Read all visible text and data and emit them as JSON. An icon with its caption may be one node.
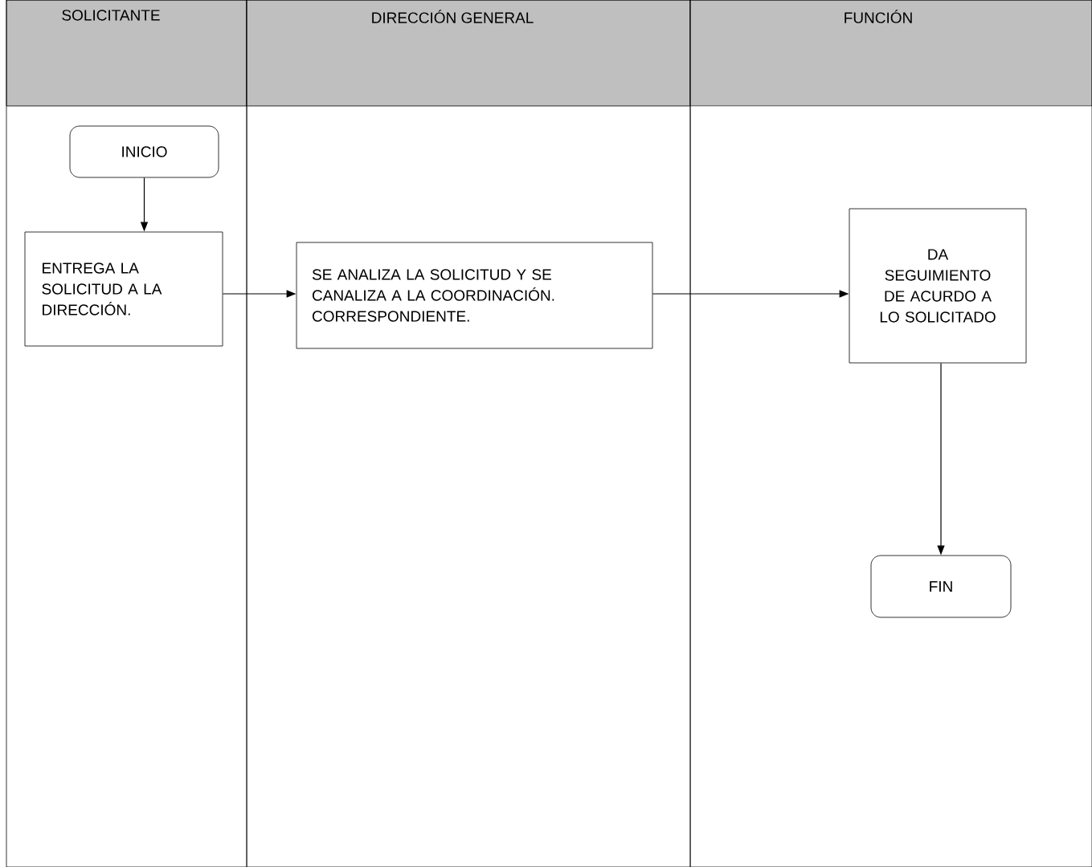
{
  "diagram": {
    "nodes": [
      {
        "text": [
          "SOLICITANTE"
        ]
      },
      {
        "text": [
          "DIRECCIÓN GENERAL"
        ]
      },
      {
        "text": [
          "FUNCIÓN"
        ]
      },
      {
        "text": [
          "INICIO"
        ],
        "in": 0
      },
      {
        "text": [
          "ENTREGA LA SOLICITUD A LA DIRECCIÓN."
        ],
        "in": 0
      },
      {
        "text": [
          "SE ANALIZA LA SOLICITUD Y SE CANALIZA A LA COORDINACIÓN. CORRESPONDIENTE."
        ],
        "in": 1
      },
      {
        "text": [
          "DA SEGUIMIENTO DE ACURDO A LO SOLICITADO"
        ],
        "in": 2
      },
      {
        "text": [
          "FIN"
        ],
        "in": 2
      }
    ],
    "edges": [
      {
        "from": 3,
        "to": 4,
        "arrow": "to"
      },
      {
        "from": 4,
        "to": 5,
        "arrow": "to"
      },
      {
        "from": 5,
        "to": 6,
        "arrow": "to"
      },
      {
        "from": 6,
        "to": 7,
        "arrow": "to"
      }
    ]
  }
}
